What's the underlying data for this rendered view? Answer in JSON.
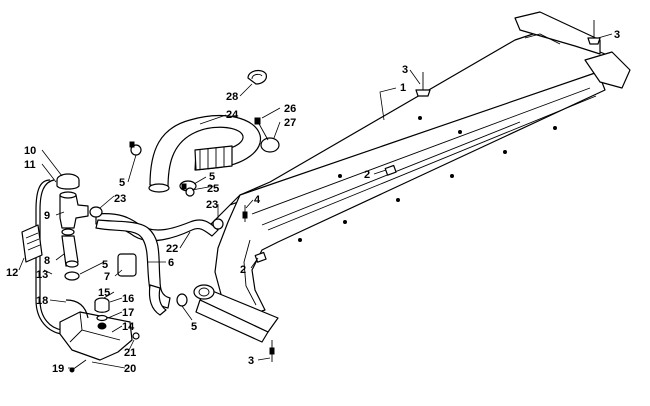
{
  "callouts": {
    "c1": "1",
    "c2a": "2",
    "c2b": "2",
    "c3a": "3",
    "c3b": "3",
    "c3c": "3",
    "c4": "4",
    "c5a": "5",
    "c5b": "5",
    "c5c": "5",
    "c5d": "5",
    "c6": "6",
    "c7": "7",
    "c8": "8",
    "c9": "9",
    "c10": "10",
    "c11": "11",
    "c12": "12",
    "c13": "13",
    "c14": "14",
    "c15": "15",
    "c16": "16",
    "c17": "17",
    "c18": "18",
    "c19": "19",
    "c20": "20",
    "c21": "21",
    "c22": "22",
    "c23a": "23",
    "c23b": "23",
    "c24": "24",
    "c25": "25",
    "c26": "26",
    "c27": "27",
    "c28": "28"
  }
}
